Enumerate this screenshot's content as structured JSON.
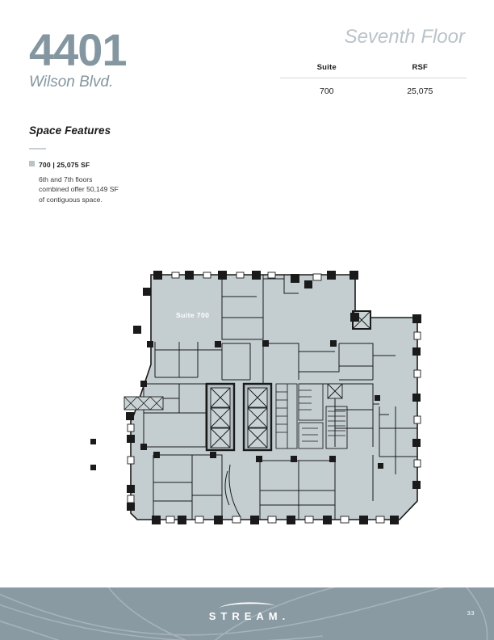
{
  "header": {
    "building_number": "4401",
    "building_street": "Wilson Blvd.",
    "floor_title": "Seventh Floor"
  },
  "suite_table": {
    "columns": [
      "Suite",
      "RSF"
    ],
    "rows": [
      {
        "suite": "700",
        "rsf": "25,075"
      }
    ]
  },
  "space_features": {
    "heading": "Space Features",
    "items": [
      {
        "title": "700 | 25,075 SF",
        "description": "6th and 7th floors\ncombined offer 50,149 SF\nof contiguous space."
      }
    ]
  },
  "floorplan": {
    "suite_label": "Suite 700",
    "fill_color": "#c4ced1",
    "wall_color": "#1a1a1a"
  },
  "footer": {
    "logo_text": "STREAM.",
    "page_number": "33",
    "band_color": "#8a9aa2"
  },
  "colors": {
    "brand_slate": "#8496a0",
    "light_slate": "#b9c3c8",
    "plan_fill": "#c4ced1",
    "footer": "#8a9aa2"
  }
}
